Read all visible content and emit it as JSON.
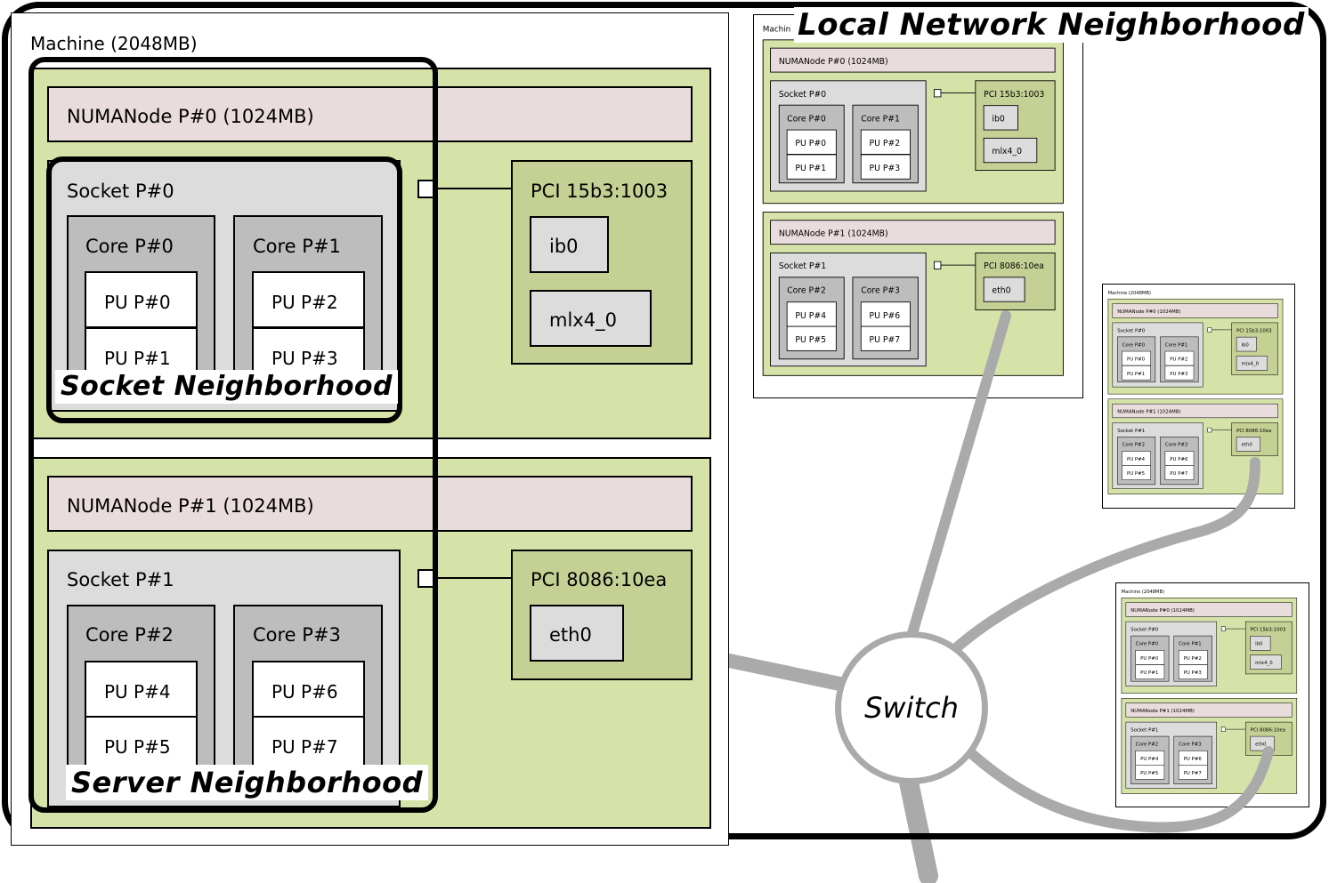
{
  "groups": {
    "local_network": "Local Network Neighborhood",
    "server": "Server Neighborhood",
    "socket": "Socket Neighborhood"
  },
  "switch_label": "Switch",
  "machine": {
    "title": "Machine (2048MB)",
    "numa0": {
      "title": "NUMANode P#0 (1024MB)",
      "socket": "Socket P#0",
      "core_a": "Core P#0",
      "pu_a1": "PU P#0",
      "pu_a2": "PU P#1",
      "core_b": "Core P#1",
      "pu_b1": "PU P#2",
      "pu_b2": "PU P#3",
      "pci": "PCI 15b3:1003",
      "dev1": "ib0",
      "dev2": "mlx4_0"
    },
    "numa1": {
      "title": "NUMANode P#1 (1024MB)",
      "socket": "Socket P#1",
      "core_a": "Core P#2",
      "pu_a1": "PU P#4",
      "pu_a2": "PU P#5",
      "core_b": "Core P#3",
      "pu_b1": "PU P#6",
      "pu_b2": "PU P#7",
      "pci": "PCI 8086:10ea",
      "dev1": "eth0"
    }
  },
  "machine_truncated_label": "Machin",
  "colors": {
    "numa_container": "#d6e3a8",
    "numa_bar": "#e9dcdc",
    "socket": "#dcdcdc",
    "core": "#bdbdbd",
    "pci": "#c5d194",
    "link": "#aaaaaa"
  }
}
